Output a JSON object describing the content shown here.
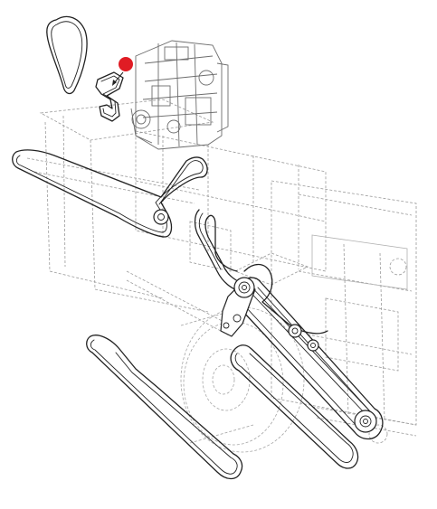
{
  "diagram": {
    "highlight_color": "#e01c24",
    "line_color": "#222222",
    "hidden_line_color": "#9a9a9a",
    "belts": [
      {
        "id": "belt-small-loop"
      },
      {
        "id": "belt-s-shaped"
      },
      {
        "id": "belt-upper-long"
      },
      {
        "id": "belt-middle-serpentine"
      },
      {
        "id": "belt-lower-long"
      },
      {
        "id": "belt-right-drive"
      }
    ],
    "pulleys": [
      {
        "id": "pulley-drive-main"
      },
      {
        "id": "pulley-idler-1"
      },
      {
        "id": "pulley-idler-2"
      },
      {
        "id": "pulley-lower-right"
      }
    ]
  }
}
